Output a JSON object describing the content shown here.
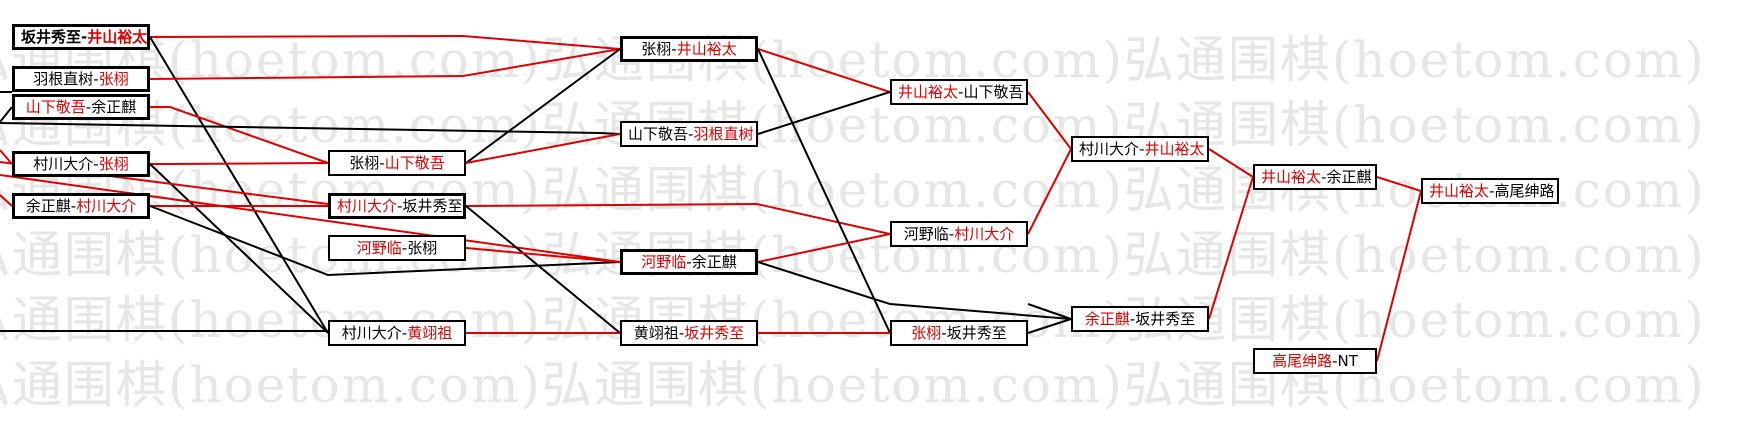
{
  "watermark": {
    "text": "弘通围棋(hoetom.com)弘通围棋(hoetom.com)弘通围棋(hoetom.com)"
  },
  "colors": {
    "winner": "#e00000",
    "loser": "#000000",
    "winner_line": "#e00000",
    "loser_line": "#000000"
  },
  "rounds": [
    {
      "name": "round-a",
      "matches": [
        {
          "id": "m1",
          "p1": "坂井秀至",
          "p2": "井山裕太",
          "winner": 2
        },
        {
          "id": "m2",
          "p1": "羽根直树",
          "p2": "张栩",
          "winner": 2
        },
        {
          "id": "m3",
          "p1": "山下敬吾",
          "p2": "余正麒",
          "winner": 1
        },
        {
          "id": "m4",
          "p1": "村川大介",
          "p2": "张栩",
          "winner": 2
        },
        {
          "id": "m5",
          "p1": "余正麒",
          "p2": "村川大介",
          "winner": 2
        }
      ]
    },
    {
      "name": "round-b",
      "matches": [
        {
          "id": "m6",
          "p1": "张栩",
          "p2": "山下敬吾",
          "winner": 2
        },
        {
          "id": "m7",
          "p1": "村川大介",
          "p2": "坂井秀至",
          "winner": 1
        },
        {
          "id": "m8",
          "p1": "河野临",
          "p2": "张栩",
          "winner": 1
        },
        {
          "id": "m9",
          "p1": "村川大介",
          "p2": "黄翊祖",
          "winner": 2
        }
      ]
    },
    {
      "name": "round-c",
      "matches": [
        {
          "id": "m10",
          "p1": "张栩",
          "p2": "井山裕太",
          "winner": 2
        },
        {
          "id": "m11",
          "p1": "山下敬吾",
          "p2": "羽根直树",
          "winner": 2
        },
        {
          "id": "m12",
          "p1": "河野临",
          "p2": "余正麒",
          "winner": 1
        },
        {
          "id": "m13",
          "p1": "黄翊祖",
          "p2": "坂井秀至",
          "winner": 2
        }
      ]
    },
    {
      "name": "round-d",
      "matches": [
        {
          "id": "m14",
          "p1": "井山裕太",
          "p2": "山下敬吾",
          "winner": 1
        },
        {
          "id": "m15",
          "p1": "河野临",
          "p2": "村川大介",
          "winner": 2
        },
        {
          "id": "m16",
          "p1": "张栩",
          "p2": "坂井秀至",
          "winner": 1
        }
      ]
    },
    {
      "name": "round-e",
      "matches": [
        {
          "id": "m17",
          "p1": "村川大介",
          "p2": "井山裕太",
          "winner": 2
        },
        {
          "id": "m18",
          "p1": "余正麒",
          "p2": "坂井秀至",
          "winner": 1
        }
      ]
    },
    {
      "name": "round-f",
      "matches": [
        {
          "id": "m19",
          "p1": "井山裕太",
          "p2": "余正麒",
          "winner": 1
        },
        {
          "id": "m20",
          "p1": "高尾绅路",
          "p2": "NT",
          "winner": 1
        }
      ]
    },
    {
      "name": "round-g",
      "matches": [
        {
          "id": "m21",
          "p1": "井山裕太",
          "p2": "高尾绅路",
          "winner": 1
        }
      ]
    }
  ]
}
